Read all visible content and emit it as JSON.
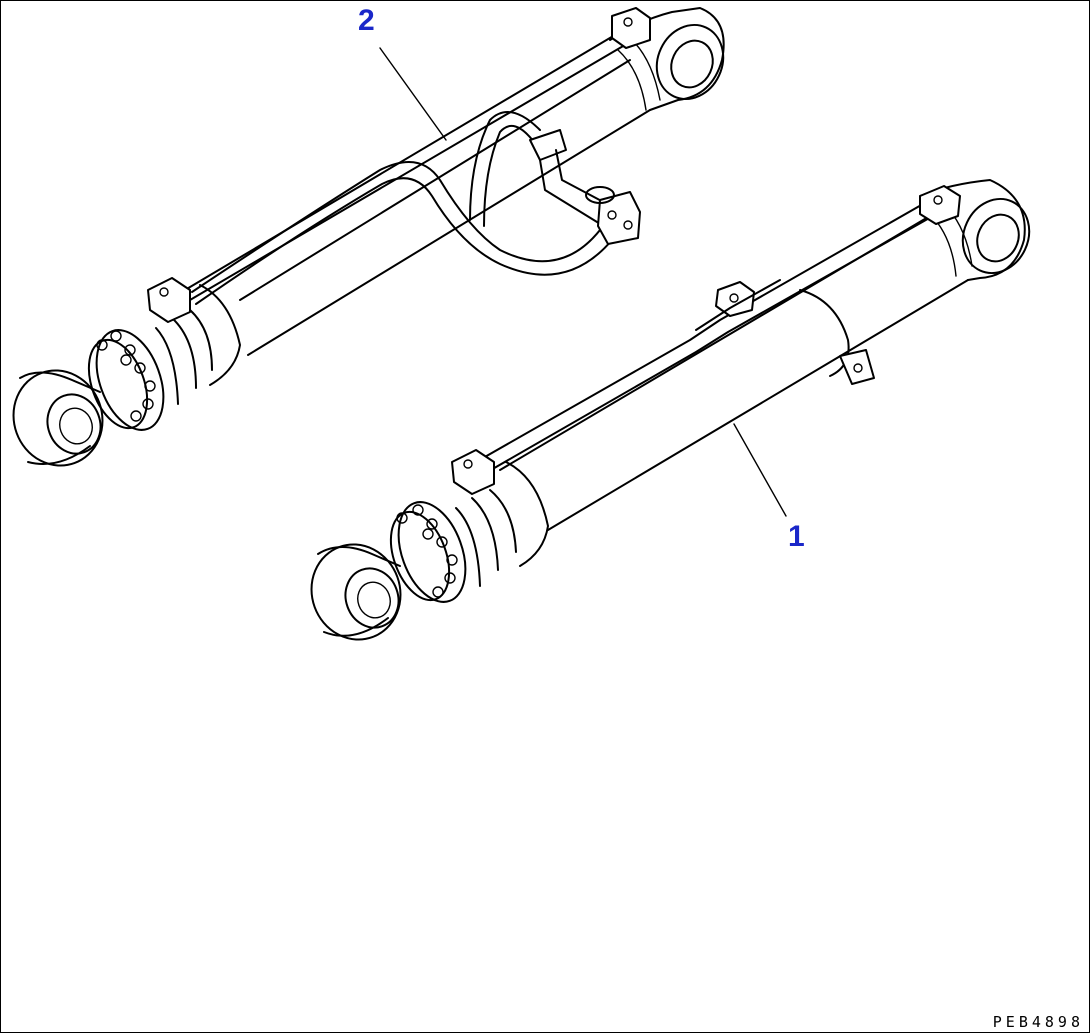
{
  "diagram": {
    "callouts": [
      {
        "id": "1",
        "label": "1"
      },
      {
        "id": "2",
        "label": "2"
      }
    ],
    "drawing_code": "PEB4898",
    "callout_color": "#1a27c9"
  }
}
